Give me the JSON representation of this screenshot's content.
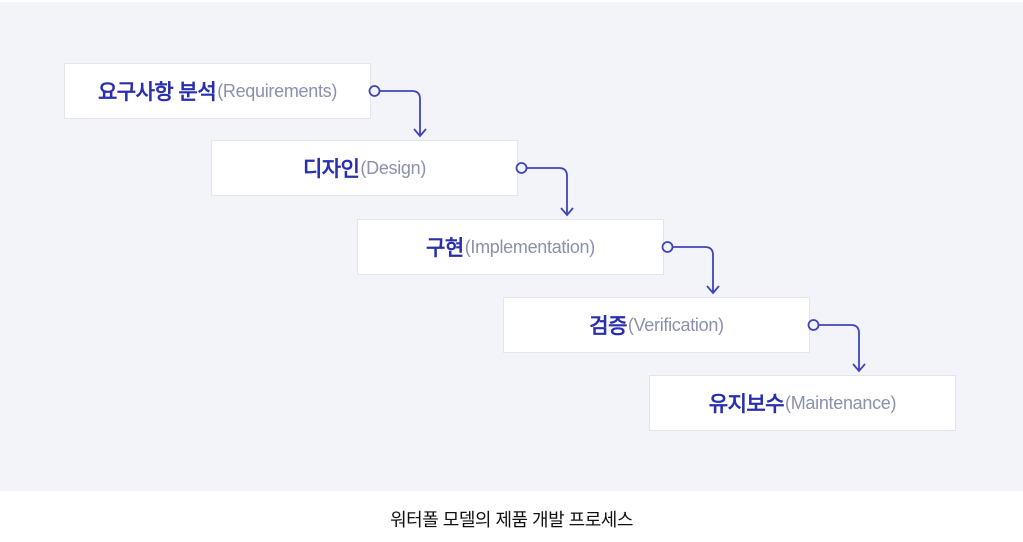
{
  "diagram": {
    "type": "waterfall-flow",
    "caption": "워터폴 모델의 제품 개발 프로세스",
    "steps": [
      {
        "korean": "요구사항 분석",
        "english": "(Requirements)"
      },
      {
        "korean": "디자인",
        "english": "(Design)"
      },
      {
        "korean": "구현",
        "english": "(Implementation)"
      },
      {
        "korean": "검증",
        "english": "(Verification)"
      },
      {
        "korean": "유지보수",
        "english": "(Maintenance)"
      }
    ],
    "colors": {
      "background": "#f3f4f9",
      "box_background": "#ffffff",
      "box_border": "#e2e4ef",
      "korean_text": "#2a2fae",
      "english_text": "#8b90ad",
      "connector": "#3f45b8",
      "caption_text": "#111111"
    }
  }
}
